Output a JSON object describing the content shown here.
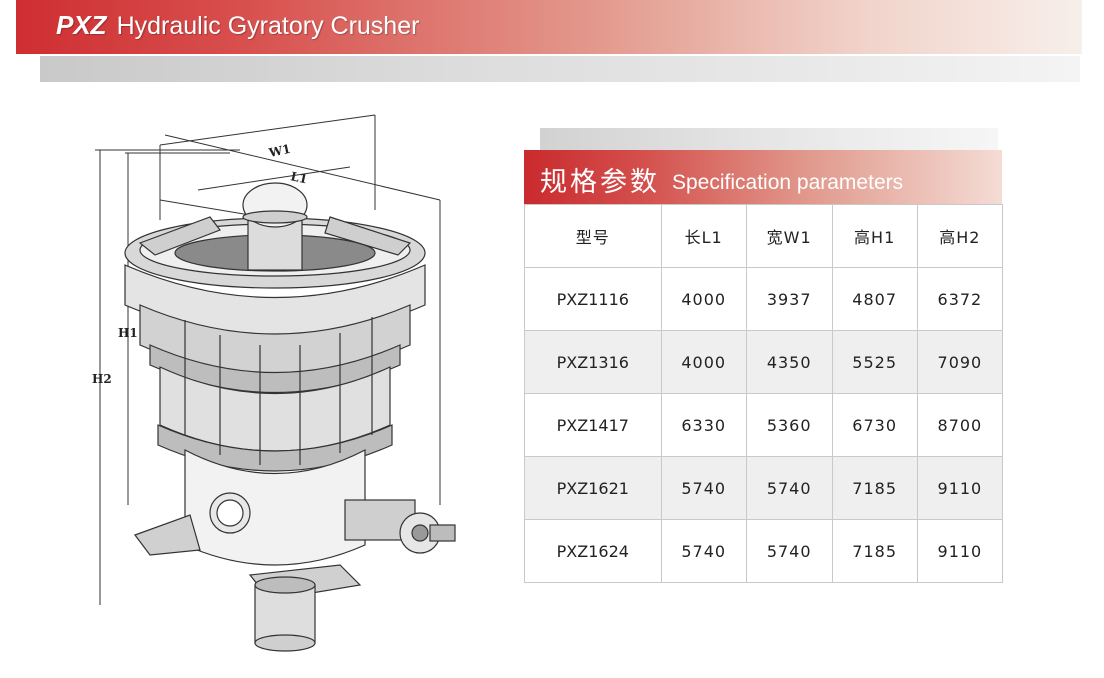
{
  "banner": {
    "brand": "PXZ",
    "title": "Hydraulic Gyratory Crusher"
  },
  "drawing": {
    "dimension_labels": {
      "w1": "W1",
      "l1": "L1",
      "h1": "H1",
      "h2": "H2"
    }
  },
  "spec": {
    "title_cn": "规格参数",
    "title_en": "Specification parameters",
    "headers": [
      "型号",
      "长L1",
      "宽W1",
      "高H1",
      "高H2"
    ],
    "rows": [
      [
        "PXZ1116",
        "4000",
        "3937",
        "4807",
        "6372"
      ],
      [
        "PXZ1316",
        "4000",
        "4350",
        "5525",
        "7090"
      ],
      [
        "PXZ1417",
        "6330",
        "5360",
        "6730",
        "8700"
      ],
      [
        "PXZ1621",
        "5740",
        "5740",
        "7185",
        "9110"
      ],
      [
        "PXZ1624",
        "5740",
        "5740",
        "7185",
        "9110"
      ]
    ]
  }
}
